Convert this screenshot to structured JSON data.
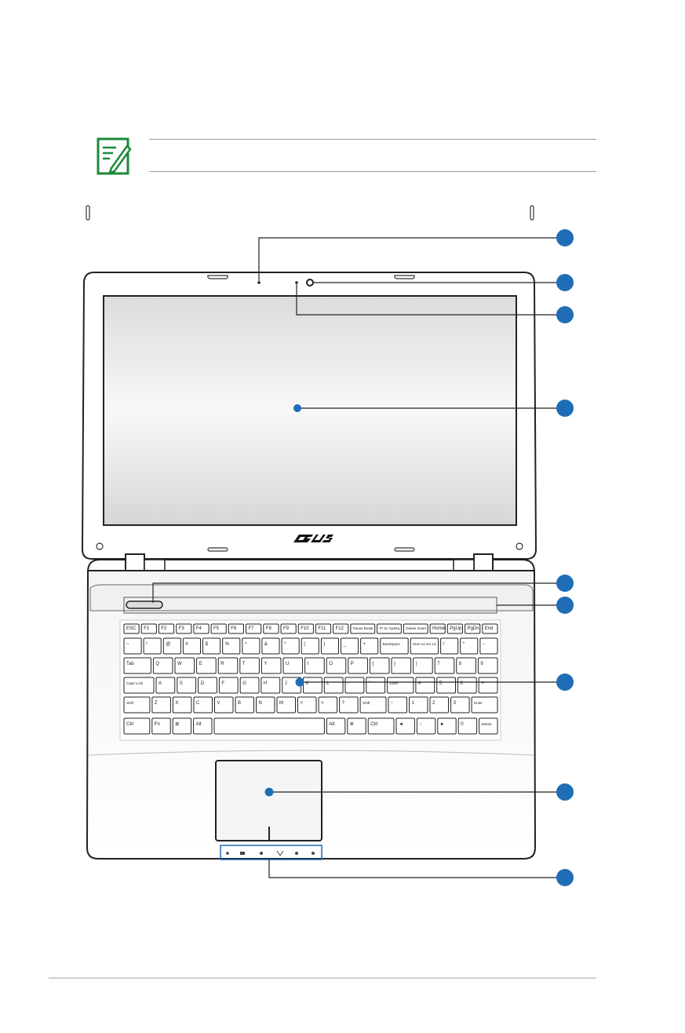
{
  "note": {
    "icon": "note-pencil-icon"
  },
  "brand": {
    "logo": "ASUS"
  },
  "keyboard": {
    "rows": [
      [
        "ESC",
        "F1",
        "F2",
        "F3",
        "F4",
        "F5",
        "F6",
        "F7",
        "F8",
        "F9",
        "F10",
        "F11",
        "F12",
        "Pause Break",
        "Pr Sc SysRq",
        "Delete Insert",
        "Home",
        "PgUp",
        "PgDn",
        "End"
      ],
      [
        "~",
        "!",
        "@",
        "#",
        "$",
        "%",
        "^",
        "&",
        "*",
        "(",
        ")",
        "_",
        "+",
        "Backspace",
        "Num Lk Scr Lk",
        "/",
        "*",
        "−"
      ],
      [
        "Tab",
        "Q",
        "W",
        "E",
        "R",
        "T",
        "Y",
        "U",
        "I",
        "O",
        "P",
        "{",
        "}",
        "|",
        "7",
        "8",
        "9"
      ],
      [
        "Caps Lock",
        "A",
        "S",
        "D",
        "F",
        "G",
        "H",
        "J",
        "K",
        "L",
        ":",
        "\"",
        "Enter",
        "4",
        "5",
        "6",
        "+"
      ],
      [
        "Shift",
        "Z",
        "X",
        "C",
        "V",
        "B",
        "N",
        "M",
        "<",
        ">",
        "?",
        "Shift",
        "↑",
        "1",
        "2",
        "3",
        "Enter"
      ],
      [
        "Ctrl",
        "Fn",
        "⊞",
        "Alt",
        "",
        "Alt",
        "≣",
        "Ctrl",
        "◄",
        "↓",
        "►",
        "0",
        "Delete"
      ]
    ]
  },
  "colors": {
    "callout": "#1f6db6",
    "outline": "#222222",
    "note_green": "#1b8a3a"
  }
}
